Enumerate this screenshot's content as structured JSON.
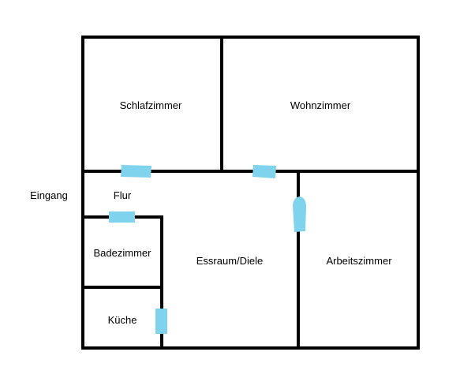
{
  "floorplan": {
    "rooms": {
      "schlafzimmer": "Schlafzimmer",
      "wohnzimmer": "Wohnzimmer",
      "flur": "Flur",
      "badezimmer": "Badezimmer",
      "essraum": "Essraum/Diele",
      "arbeitszimmer": "Arbeitszimmer",
      "kueche": "Küche"
    },
    "entrance": "Eingang"
  },
  "colors": {
    "wall": "#000000",
    "door": "#7fd3ec",
    "background": "#ffffff"
  }
}
